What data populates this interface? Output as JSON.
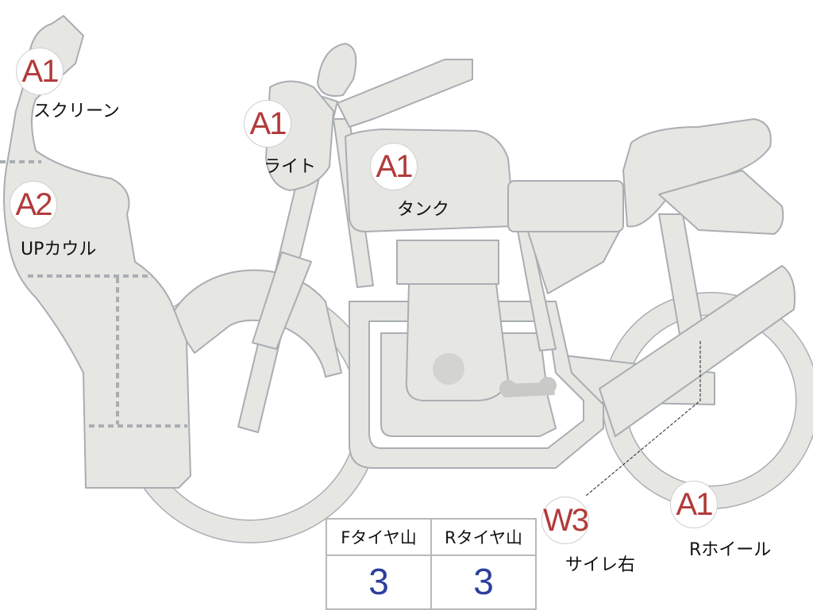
{
  "markers": [
    {
      "code": "A1",
      "label": "スクリーン"
    },
    {
      "code": "A1",
      "label": "ライト"
    },
    {
      "code": "A1",
      "label": "タンク"
    },
    {
      "code": "A2",
      "label": "UPカウル"
    },
    {
      "code": "W3",
      "label": "サイレ右"
    },
    {
      "code": "A1",
      "label": "Rホイール"
    }
  ],
  "tire_table": {
    "headers": [
      "Fタイヤ山",
      "Rタイヤ山"
    ],
    "values": [
      "3",
      "3"
    ]
  },
  "colors": {
    "body_fill": "#e6e6e3",
    "outline": "#a9aeb2",
    "badge_text": "#b23a3a",
    "value_text": "#2c3f9c"
  }
}
